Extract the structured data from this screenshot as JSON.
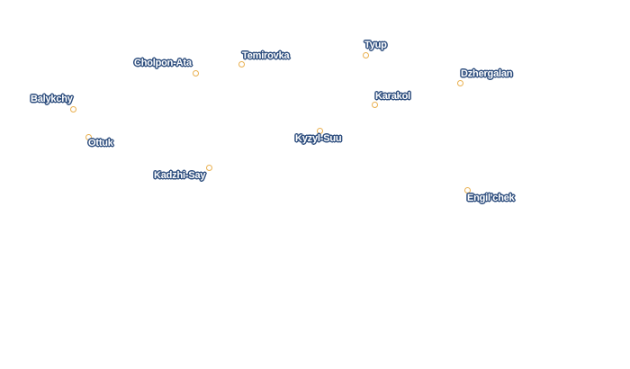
{
  "map": {
    "colors": {
      "background": "#ffffff",
      "marker_stroke": "#e9b04f",
      "label_halo": "#2f4f7f",
      "label_text": "#ffffff"
    },
    "places": [
      {
        "id": "balykchy",
        "name": "Balykchy"
      },
      {
        "id": "cholpon-ata",
        "name": "Cholpon-Ata"
      },
      {
        "id": "temirovka",
        "name": "Temirovka"
      },
      {
        "id": "tyup",
        "name": "Tyup"
      },
      {
        "id": "dzhergalan",
        "name": "Dzhergalan"
      },
      {
        "id": "karakol",
        "name": "Karakol"
      },
      {
        "id": "ottuk",
        "name": "Ottuk"
      },
      {
        "id": "kyzyl-suu",
        "name": "Kyzyl-Suu"
      },
      {
        "id": "kadzhi-say",
        "name": "Kadzhi-Say"
      },
      {
        "id": "engilchek",
        "name": "Engil'chek"
      }
    ]
  }
}
